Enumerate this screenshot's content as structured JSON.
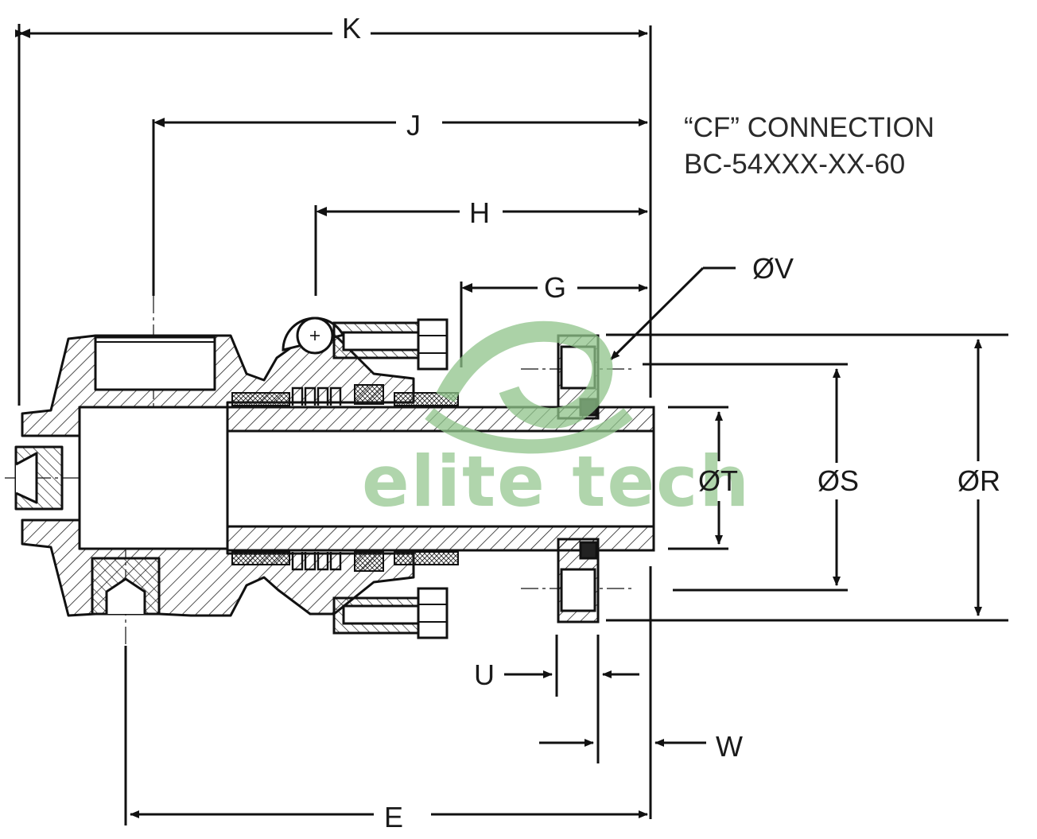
{
  "title": {
    "line1": "“CF” CONNECTION",
    "line2": "BC-54XXX-XX-60"
  },
  "dimensions": {
    "K": "K",
    "J": "J",
    "H": "H",
    "G": "G",
    "V": "ØV",
    "T": "ØT",
    "S": "ØS",
    "R": "ØR",
    "U": "U",
    "W": "W",
    "E": "E"
  },
  "watermark": {
    "text": "elite tech",
    "color": "#8fc48a"
  }
}
